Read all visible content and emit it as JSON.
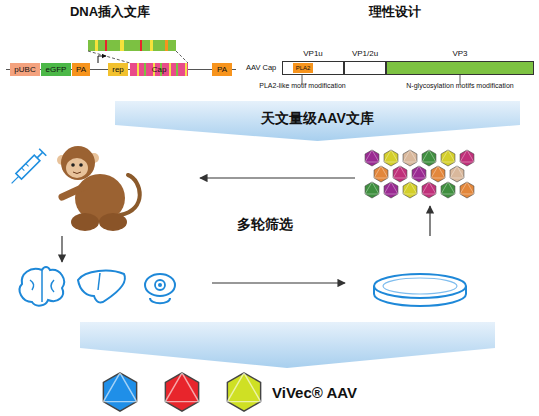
{
  "diagram": {
    "nodes": [
      {
        "text": [
          "pUBC"
        ]
      },
      {
        "text": [
          "eGFP"
        ]
      },
      {
        "text": [
          "PA"
        ]
      },
      {
        "text": [
          "rep"
        ]
      },
      {
        "text": [
          "Cap"
        ]
      },
      {
        "text": [
          "PA"
        ]
      },
      {
        "text": [
          "VP1u"
        ]
      },
      {
        "text": [
          "PLA2"
        ],
        "in": 6
      },
      {
        "text": [
          "VP1/2u"
        ]
      },
      {
        "text": [
          "VP3"
        ]
      },
      {
        "text": [
          "天文量级AAV文库"
        ]
      }
    ],
    "labels": [
      "DNA插入文库",
      "理性设计",
      "AAV Cap",
      "PLA2-like motif modification",
      "N-glycosylation motifs modification",
      "多轮筛选",
      "ViVec® AAV"
    ]
  }
}
